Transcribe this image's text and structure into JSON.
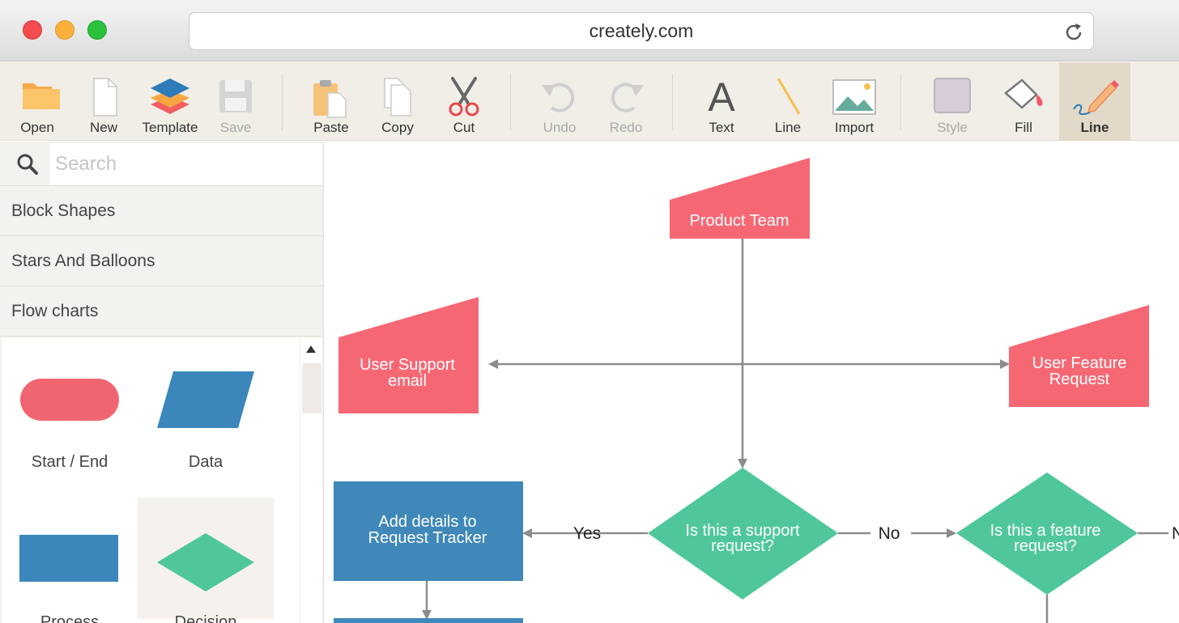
{
  "browser": {
    "url": "creately.com"
  },
  "toolbar": {
    "open": "Open",
    "new": "New",
    "template": "Template",
    "save": "Save",
    "paste": "Paste",
    "copy": "Copy",
    "cut": "Cut",
    "undo": "Undo",
    "redo": "Redo",
    "text": "Text",
    "line": "Line",
    "import": "Import",
    "style": "Style",
    "fill": "Fill",
    "line_active": "Line"
  },
  "sidebar": {
    "search_placeholder": "Search",
    "categories": [
      "Block Shapes",
      "Stars And Balloons",
      "Flow charts"
    ],
    "shapes": [
      "Start / End",
      "Data",
      "Process",
      "Decision"
    ]
  },
  "diagram": {
    "product_team": "Product Team",
    "user_support_1": "User Support",
    "user_support_2": "email",
    "user_feature_1": "User Feature",
    "user_feature_2": "Request",
    "add_details_1": "Add details to",
    "add_details_2": "Request Tracker",
    "support_q_1": "Is this a support",
    "support_q_2": "request?",
    "feature_q_1": "Is this a feature",
    "feature_q_2": "request?",
    "yes": "Yes",
    "no": "No",
    "cut_label": "N"
  },
  "colors": {
    "pink": "#f66774",
    "blue": "#3f88b9",
    "green": "#4fc79a",
    "connector": "#8c8c8c",
    "active_tool": "#e3d9c8"
  }
}
